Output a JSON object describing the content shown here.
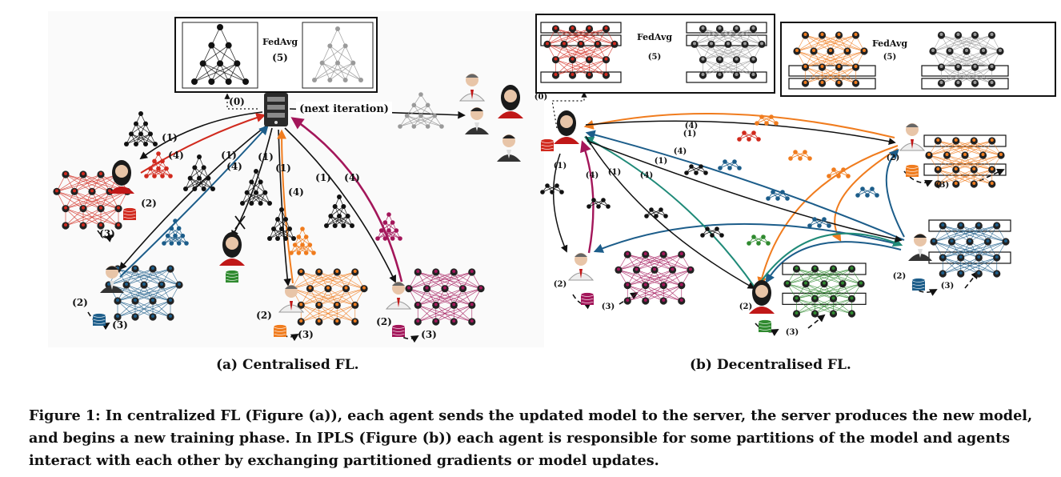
{
  "labels": {
    "fedavg": "FedAvg",
    "step0": "(0)",
    "step1": "(1)",
    "step2": "(2)",
    "step3": "(3)",
    "step4": "(4)",
    "step5": "(5)",
    "next_iteration": "(next iteration)"
  },
  "subcaptions": {
    "a": "(a) Centralised FL.",
    "b": "(b) Decentralised FL."
  },
  "caption": "Figure 1: In centralized FL (Figure (a)), each agent sends the updated model to the server, the server produces the new model, and begins a new training phase. In IPLS (Figure (b)) each agent is responsible for some partitions of the model and agents interact with each other by exchanging partitioned gradients or model updates.",
  "colors": {
    "red": "#d12a1e",
    "orange": "#f07c1e",
    "blue": "#1c5d8a",
    "magenta": "#a3165a",
    "green": "#2f8a2f",
    "teal": "#1f8a78",
    "gray": "#9a9a9a",
    "black": "#111111"
  }
}
